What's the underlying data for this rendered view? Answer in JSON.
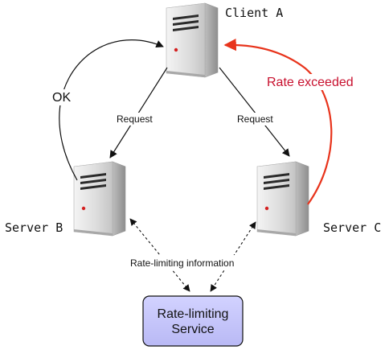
{
  "nodes": {
    "client_a": "Client A",
    "server_b": "Server B",
    "server_c": "Server C",
    "service_line1": "Rate-limiting",
    "service_line2": "Service"
  },
  "edges": {
    "request_left": "Request",
    "request_right": "Request",
    "ok": "OK",
    "rate_exceeded": "Rate exceeded",
    "rate_limiting_info": "Rate-limiting information"
  },
  "colors": {
    "accent_red": "#e8341c",
    "rate_exceeded_text": "#c8102e",
    "service_fill": "#c7c7ff",
    "server_body": "#e6e6e6"
  },
  "icons": [
    "server-tower-icon"
  ]
}
